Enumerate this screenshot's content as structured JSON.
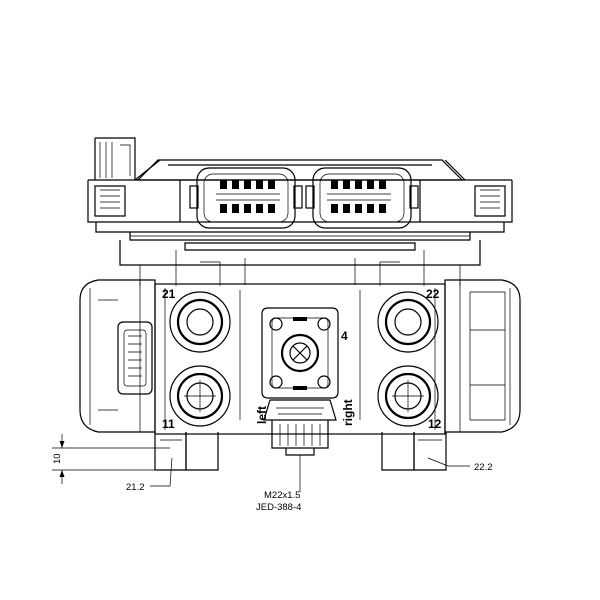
{
  "ports": {
    "p21": "21",
    "p22": "22",
    "p11": "11",
    "p12": "12",
    "p4": "4"
  },
  "side_labels": {
    "left": "left",
    "right": "right"
  },
  "dimensions": {
    "height": "10",
    "leader_21_2": "21.2",
    "leader_22_2": "22.2",
    "thread": "M22x1.5",
    "standard": "JED-388-4"
  }
}
